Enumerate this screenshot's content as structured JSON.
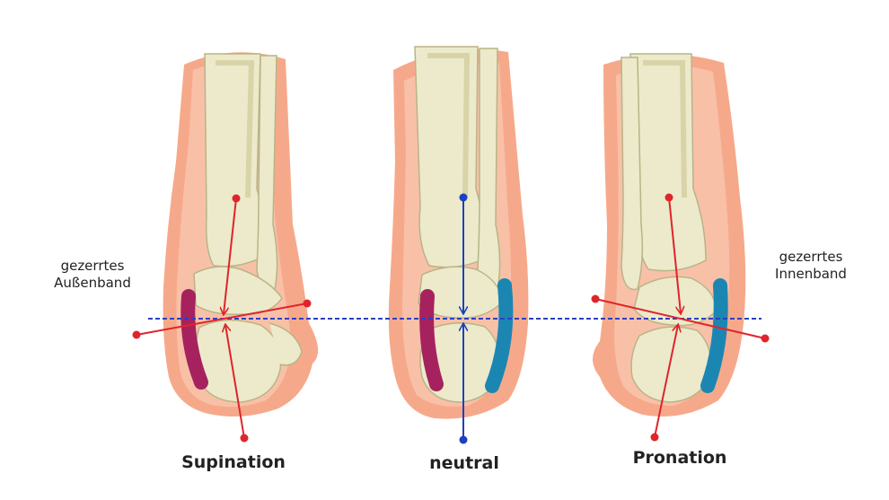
{
  "labels": {
    "left_note_line1": "gezerrtes",
    "left_note_line2": "Außenband",
    "right_note_line1": "gezerrtes",
    "right_note_line2": "Innenband",
    "cap_left": "Supination",
    "cap_center": "neutral",
    "cap_right": "Pronation"
  },
  "colors": {
    "skin": "#f6a98a",
    "skin_light": "#fbd0bc",
    "bone": "#eceacb",
    "bone_shade": "#d8d4a8",
    "bone_outline": "#b9b486",
    "lateral_ligament": "#a6225e",
    "medial_ligament": "#1c86b3",
    "force_line": "#e0242b",
    "neutral_axis": "#1f3fbf",
    "reference_line": "#2b3fc4"
  }
}
